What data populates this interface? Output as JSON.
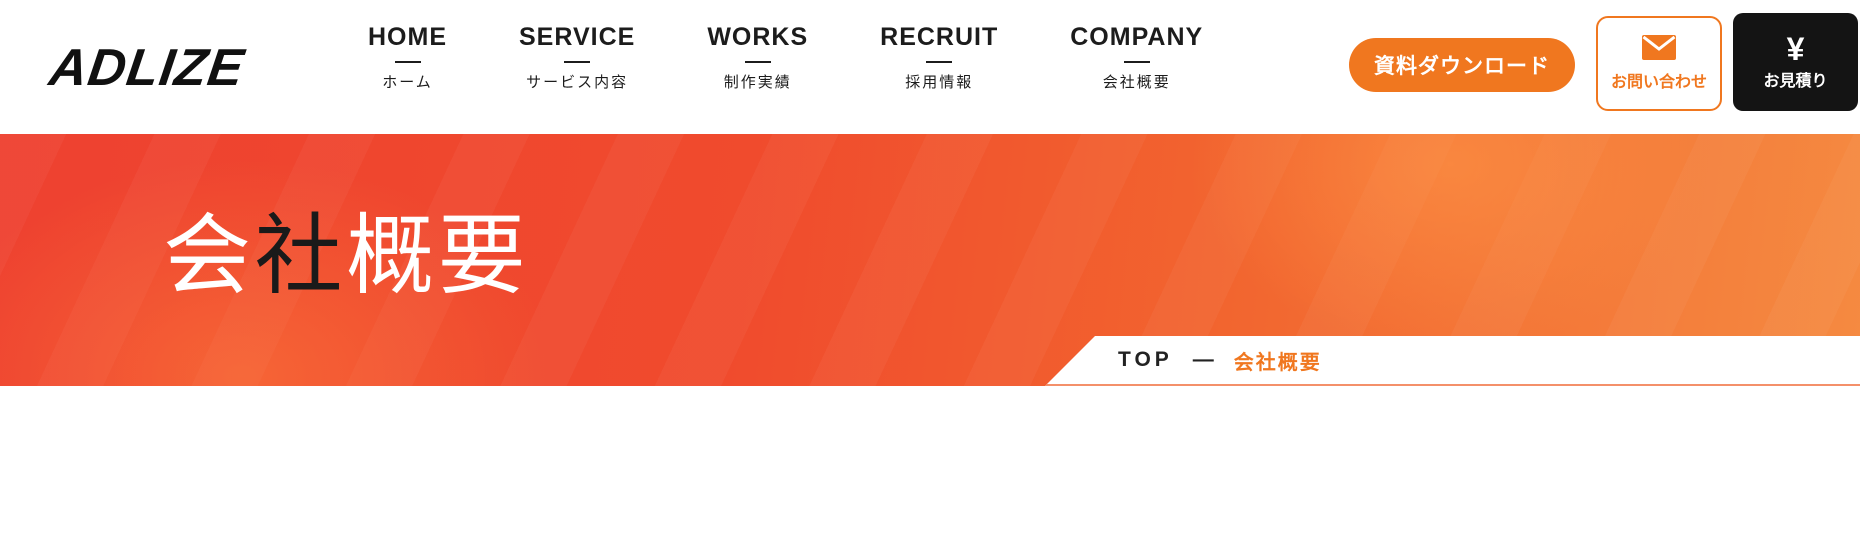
{
  "brand": {
    "logo_text": "ADLIZE"
  },
  "nav": {
    "items": [
      {
        "en": "HOME",
        "ja": "ホーム"
      },
      {
        "en": "SERVICE",
        "ja": "サービス内容"
      },
      {
        "en": "WORKS",
        "ja": "制作実績"
      },
      {
        "en": "RECRUIT",
        "ja": "採用情報"
      },
      {
        "en": "COMPANY",
        "ja": "会社概要"
      }
    ]
  },
  "header_actions": {
    "download_label": "資料ダウンロード",
    "contact_label": "お問い合わせ",
    "quote_label": "お見積り",
    "quote_icon_glyph": "¥"
  },
  "hero": {
    "title": "会社概要",
    "title_chars": [
      {
        "char": "会",
        "color": "#ffffff"
      },
      {
        "char": "社",
        "color": "#1a1a1a"
      },
      {
        "char": "概",
        "color": "#ffffff"
      },
      {
        "char": "要",
        "color": "#ffffff"
      }
    ]
  },
  "breadcrumb": {
    "home": "TOP",
    "separator": "—",
    "current": "会社概要"
  },
  "colors": {
    "accent_orange": "#f0771f",
    "hero_gradient_left": "#ee4130",
    "hero_gradient_right": "#f58a41",
    "dark_text": "#1c1c1c",
    "quote_button_bg": "#141414",
    "breadcrumb_underline": "#f4906a"
  }
}
